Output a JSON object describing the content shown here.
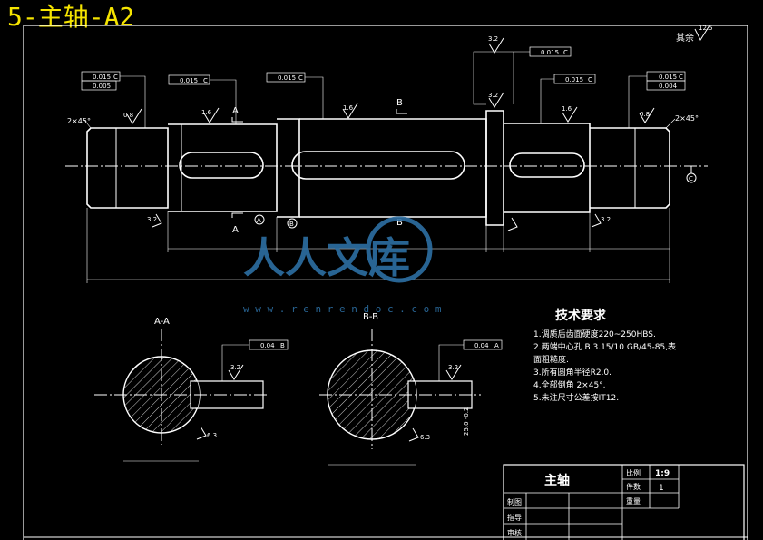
{
  "window_title": "5-主轴-A2",
  "drawing": {
    "surface_finish_other": "其余",
    "roughness": {
      "rest": "12.5",
      "a": "3.2",
      "b": "0.8",
      "c": "1.6",
      "d": "6.3"
    },
    "tolerance_frames": {
      "left_top_1": "0.015",
      "left_top_1_ref": "C",
      "left_top_2": "0.005",
      "f1": "0.015",
      "f1_ref": "C",
      "f2": "0.015",
      "f2_ref": "C",
      "f3": "0.015",
      "f3_ref": "C",
      "f4": "0.015",
      "f4_ref": "C",
      "right_top_1": "0.015",
      "right_top_1_ref": "C",
      "right_top_2": "0.004",
      "aa_frame": "0.04",
      "aa_ref": "B",
      "bb_frame": "0.04",
      "bb_ref": "A"
    },
    "chamfer_left": "2×45°",
    "chamfer_right": "2×45°",
    "section_marks": {
      "a": "A",
      "b": "B"
    },
    "datum_tags": {
      "a": "A",
      "b": "B",
      "c": "C"
    },
    "section_labels": {
      "aa": "A-A",
      "bb": "B-B"
    },
    "bb_dim": "25.0 -0.2",
    "watermark": {
      "brand": "人人文库",
      "url": "w w w . r e n r e n d o c . c o m"
    }
  },
  "tech_requirements": {
    "title": "技术要求",
    "items": [
      "1.调质后齿面硬度220~250HBS.",
      "2.两端中心孔 B 3.15/10  GB/45-85,表",
      "面粗糙度.",
      "3.所有圆角半径R2.0.",
      "4.全部倒角 2×45°.",
      "5.未注尺寸公差按IT12."
    ]
  },
  "title_block": {
    "part_name": "主轴",
    "scale_label": "比例",
    "scale_value": "1:9",
    "count_label": "件数",
    "count_value": "1",
    "weight_label": "重量",
    "drawn_label": "制图",
    "guide_label": "指导",
    "review_label": "审核"
  },
  "colors": {
    "background": "#000000",
    "title": "#f5e400",
    "lines": "#ffffff",
    "watermark": "#2d6fa3"
  }
}
